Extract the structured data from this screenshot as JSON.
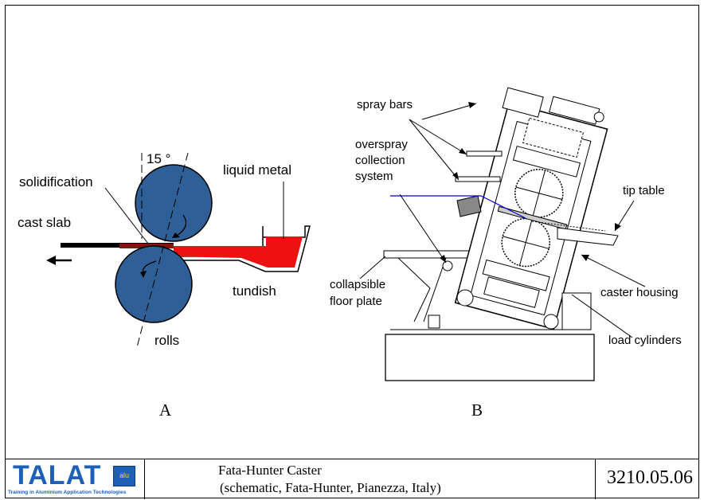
{
  "colors": {
    "roll": "#2e5f97",
    "metal": "#ee1111",
    "frame": "#000000",
    "guide": "#0000cc",
    "logo": "#1f5fb5"
  },
  "panelA": {
    "angle": "15 °",
    "solidification": "solidification",
    "liquid_metal": "liquid metal",
    "cast_slab": "cast slab",
    "tundish": "tundish",
    "rolls": "rolls",
    "letter": "A"
  },
  "panelB": {
    "spray_bars": "spray bars",
    "overspray_1": "overspray",
    "overspray_2": "collection",
    "overspray_3": "system",
    "tip_table": "tip table",
    "floor_1": "collapsible",
    "floor_2": "floor plate",
    "caster_housing": "caster housing",
    "load_cylinders": "load cylinders",
    "letter": "B"
  },
  "footer": {
    "logo_text": "TALAT",
    "logo_badge": "alu",
    "logo_tagline": "Training in Aluminium Application Technologies",
    "caption_line1": "Fata-Hunter Caster",
    "caption_line2": "(schematic, Fata-Hunter, Pianezza, Italy)",
    "code": "3210.05.06"
  }
}
